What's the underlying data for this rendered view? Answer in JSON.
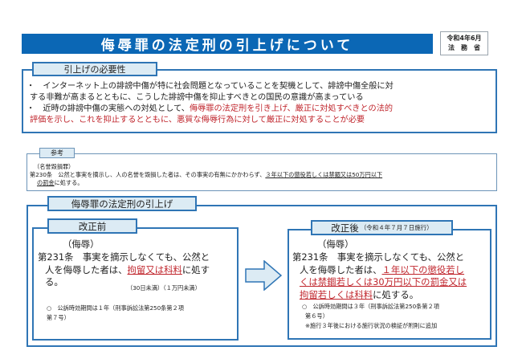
{
  "header": {
    "title": "侮辱罪の法定刑の引上げについて",
    "date_line1": "令和4年6月",
    "date_line2": "法　務　省"
  },
  "necessity": {
    "tab_label": "引上げの必要性",
    "bullet1_line1": "・　インターネット上の誹謗中傷が特に社会問題となっていることを契機として、誹謗中傷全般に対",
    "bullet1_line2": "する非難が高まるとともに、こうした誹謗中傷を抑止すべきとの国民の意識が高まっている",
    "bullet2_line1_black": "・　近時の誹謗中傷の実態への対処として、",
    "bullet2_line1_red": "侮辱罪の法定刑を引き上げ、厳正に対処すべきとの法的",
    "bullet2_line2_red": "評価を示し、これを抑止するとともに、悪質な侮辱行為に対して厳正に対処することが必要"
  },
  "reference": {
    "tab_label": "参考",
    "heading": "（名誉毀損罪）",
    "article_plain": "第230条　公然と事実を摘示し、人の名誉を毀損した者は、その事実の有無にかかわらず、",
    "article_underlined": "３年以下の懲役若しくは禁錮又は50万円以下",
    "line2_underlined": "の罰金",
    "line2_plain": "に処する。"
  },
  "penalty": {
    "tab_label": "侮辱罪の法定刑の引上げ",
    "before": {
      "tab_label": "改正前",
      "heading": "（侮辱）",
      "line1": "第231条　事実を摘示しなくても、公然と",
      "line2_plain": "人を侮辱した者は、",
      "line2_red": "拘留又は科料",
      "line2_end": "に処す",
      "line3": "る。",
      "note": "（30日未満）（１万円未満）",
      "limitation_line1": "○　公訴時効期間は１年（刑事訴訟法第250条第２項",
      "limitation_line2": "第７号）"
    },
    "arrow": "right-arrow",
    "after": {
      "tab_label": "改正後",
      "tab_note": "（令和４年７月７日施行）",
      "heading": "（侮辱）",
      "line1": "第231条　事実を摘示しなくても、公然と",
      "line2_plain": "人を侮辱した者は、",
      "line2_red": "１年以下の懲役若し",
      "line3_red": "くは禁錮若しくは30万円以下の罰金又は",
      "line4_red": "拘留若しくは科料",
      "line4_end": "に処する。",
      "limitation_line1": "○　公訴時効期間は３年（刑事訴訟法第250条第２項",
      "limitation_line2": "第６号）",
      "limitation_line3": "※施行３年後における施行状況の検証が附則に追加"
    }
  },
  "colors": {
    "title_bg": "#0b67b5",
    "border_blue": "#2f75b5",
    "tab_bg": "#dcebf4",
    "emphasis_red": "#c0262d",
    "arrow_fill": "#dcebf4"
  }
}
